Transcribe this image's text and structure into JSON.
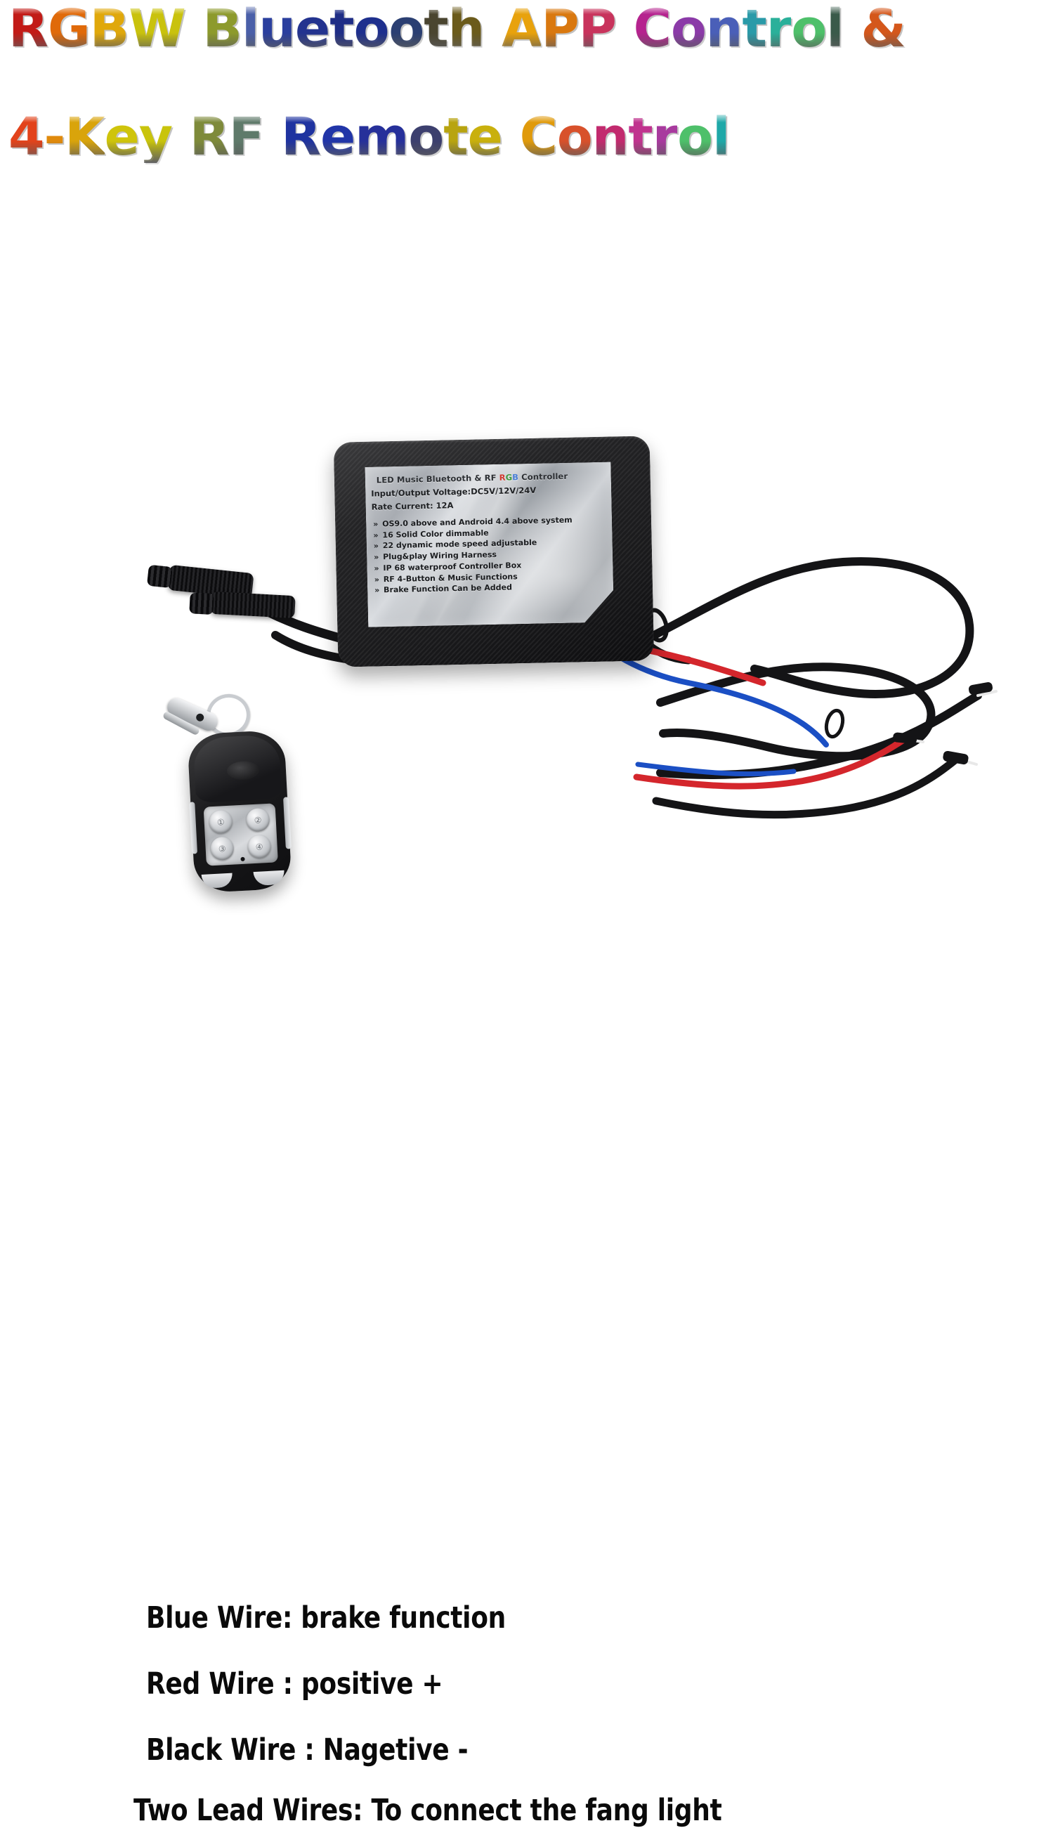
{
  "title": {
    "line1": "RGBW Bluetooth APP Control &",
    "line2": "4-Key RF Remote Control",
    "line1_chars": [
      {
        "c": "R",
        "color": "#c21b17"
      },
      {
        "c": "G",
        "color": "#e06a0a"
      },
      {
        "c": "B",
        "color": "#e0a80b"
      },
      {
        "c": "W",
        "color": "#c9c20d"
      },
      {
        "c": " ",
        "color": "#ffffff"
      },
      {
        "c": "B",
        "color": "#8d9a2c"
      },
      {
        "c": "l",
        "color": "#4a5fa8"
      },
      {
        "c": "u",
        "color": "#2b3f9e"
      },
      {
        "c": "e",
        "color": "#23338f"
      },
      {
        "c": "t",
        "color": "#1f2d86"
      },
      {
        "c": "o",
        "color": "#1e2f8d"
      },
      {
        "c": "o",
        "color": "#2b3f72"
      },
      {
        "c": "t",
        "color": "#4a4530"
      },
      {
        "c": "h",
        "color": "#6b5b1b"
      },
      {
        "c": " ",
        "color": "#ffffff"
      },
      {
        "c": "A",
        "color": "#e8a20c"
      },
      {
        "c": "P",
        "color": "#d9780f"
      },
      {
        "c": "P",
        "color": "#c8335c"
      },
      {
        "c": " ",
        "color": "#ffffff"
      },
      {
        "c": "C",
        "color": "#b5238e"
      },
      {
        "c": "o",
        "color": "#8b3aa8"
      },
      {
        "c": "n",
        "color": "#4a5fb8"
      },
      {
        "c": "t",
        "color": "#2a9aa8"
      },
      {
        "c": "r",
        "color": "#2ab09a"
      },
      {
        "c": "o",
        "color": "#4ec06a"
      },
      {
        "c": "l",
        "color": "#3a5a4a"
      },
      {
        "c": " ",
        "color": "#ffffff"
      },
      {
        "c": "&",
        "color": "#d4571b"
      }
    ],
    "line2_chars": [
      {
        "c": "4",
        "color": "#e2431b"
      },
      {
        "c": "-",
        "color": "#e08a0c"
      },
      {
        "c": "K",
        "color": "#d9a40b"
      },
      {
        "c": "e",
        "color": "#cfc40c"
      },
      {
        "c": "y",
        "color": "#c9c40c"
      },
      {
        "c": " ",
        "color": "#ffffff"
      },
      {
        "c": "R",
        "color": "#7e8a3a"
      },
      {
        "c": "F",
        "color": "#5f7a6a"
      },
      {
        "c": " ",
        "color": "#ffffff"
      },
      {
        "c": "R",
        "color": "#1f33a0"
      },
      {
        "c": "e",
        "color": "#2135a8"
      },
      {
        "c": "m",
        "color": "#26309a"
      },
      {
        "c": "o",
        "color": "#3c3f6e"
      },
      {
        "c": "t",
        "color": "#b8a410"
      },
      {
        "c": "e",
        "color": "#c9b00d"
      },
      {
        "c": " ",
        "color": "#ffffff"
      },
      {
        "c": "C",
        "color": "#e09a0b"
      },
      {
        "c": "o",
        "color": "#d8512b"
      },
      {
        "c": "n",
        "color": "#c22a6e"
      },
      {
        "c": "t",
        "color": "#c0338e"
      },
      {
        "c": "r",
        "color": "#a83a9e"
      },
      {
        "c": "o",
        "color": "#4ec06a"
      },
      {
        "c": "l",
        "color": "#1fa8a8"
      }
    ]
  },
  "product": {
    "controller_label": {
      "heading_prefix": "LED Music Bluetooth & RF ",
      "heading_r": "R",
      "heading_g": "G",
      "heading_b": "B",
      "heading_suffix": " Controller",
      "voltage": "Input/Output Voltage:DC5V/12V/24V",
      "rate_current": "Rate Current: 12A",
      "bullet_glyph": "»",
      "features": [
        "OS9.0 above and Android 4.4 above system",
        "16 Solid Color dimmable",
        "22 dynamic mode speed adjustable",
        "Plug&play Wiring Harness",
        "IP 68 waterproof Controller Box",
        "RF 4-Button & Music Functions",
        "Brake Function Can be Added"
      ]
    },
    "remote": {
      "buttons": [
        "①",
        "②",
        "③",
        "④"
      ]
    },
    "wire_colors": {
      "black": "#141416",
      "blue": "#1b4fc4",
      "red": "#d4262c"
    }
  },
  "wire_legend": {
    "lines": [
      "Blue Wire: brake function",
      "Red Wire : positive +",
      "Black Wire : Nagetive -",
      "Two Lead Wires: To connect the fang light"
    ]
  }
}
